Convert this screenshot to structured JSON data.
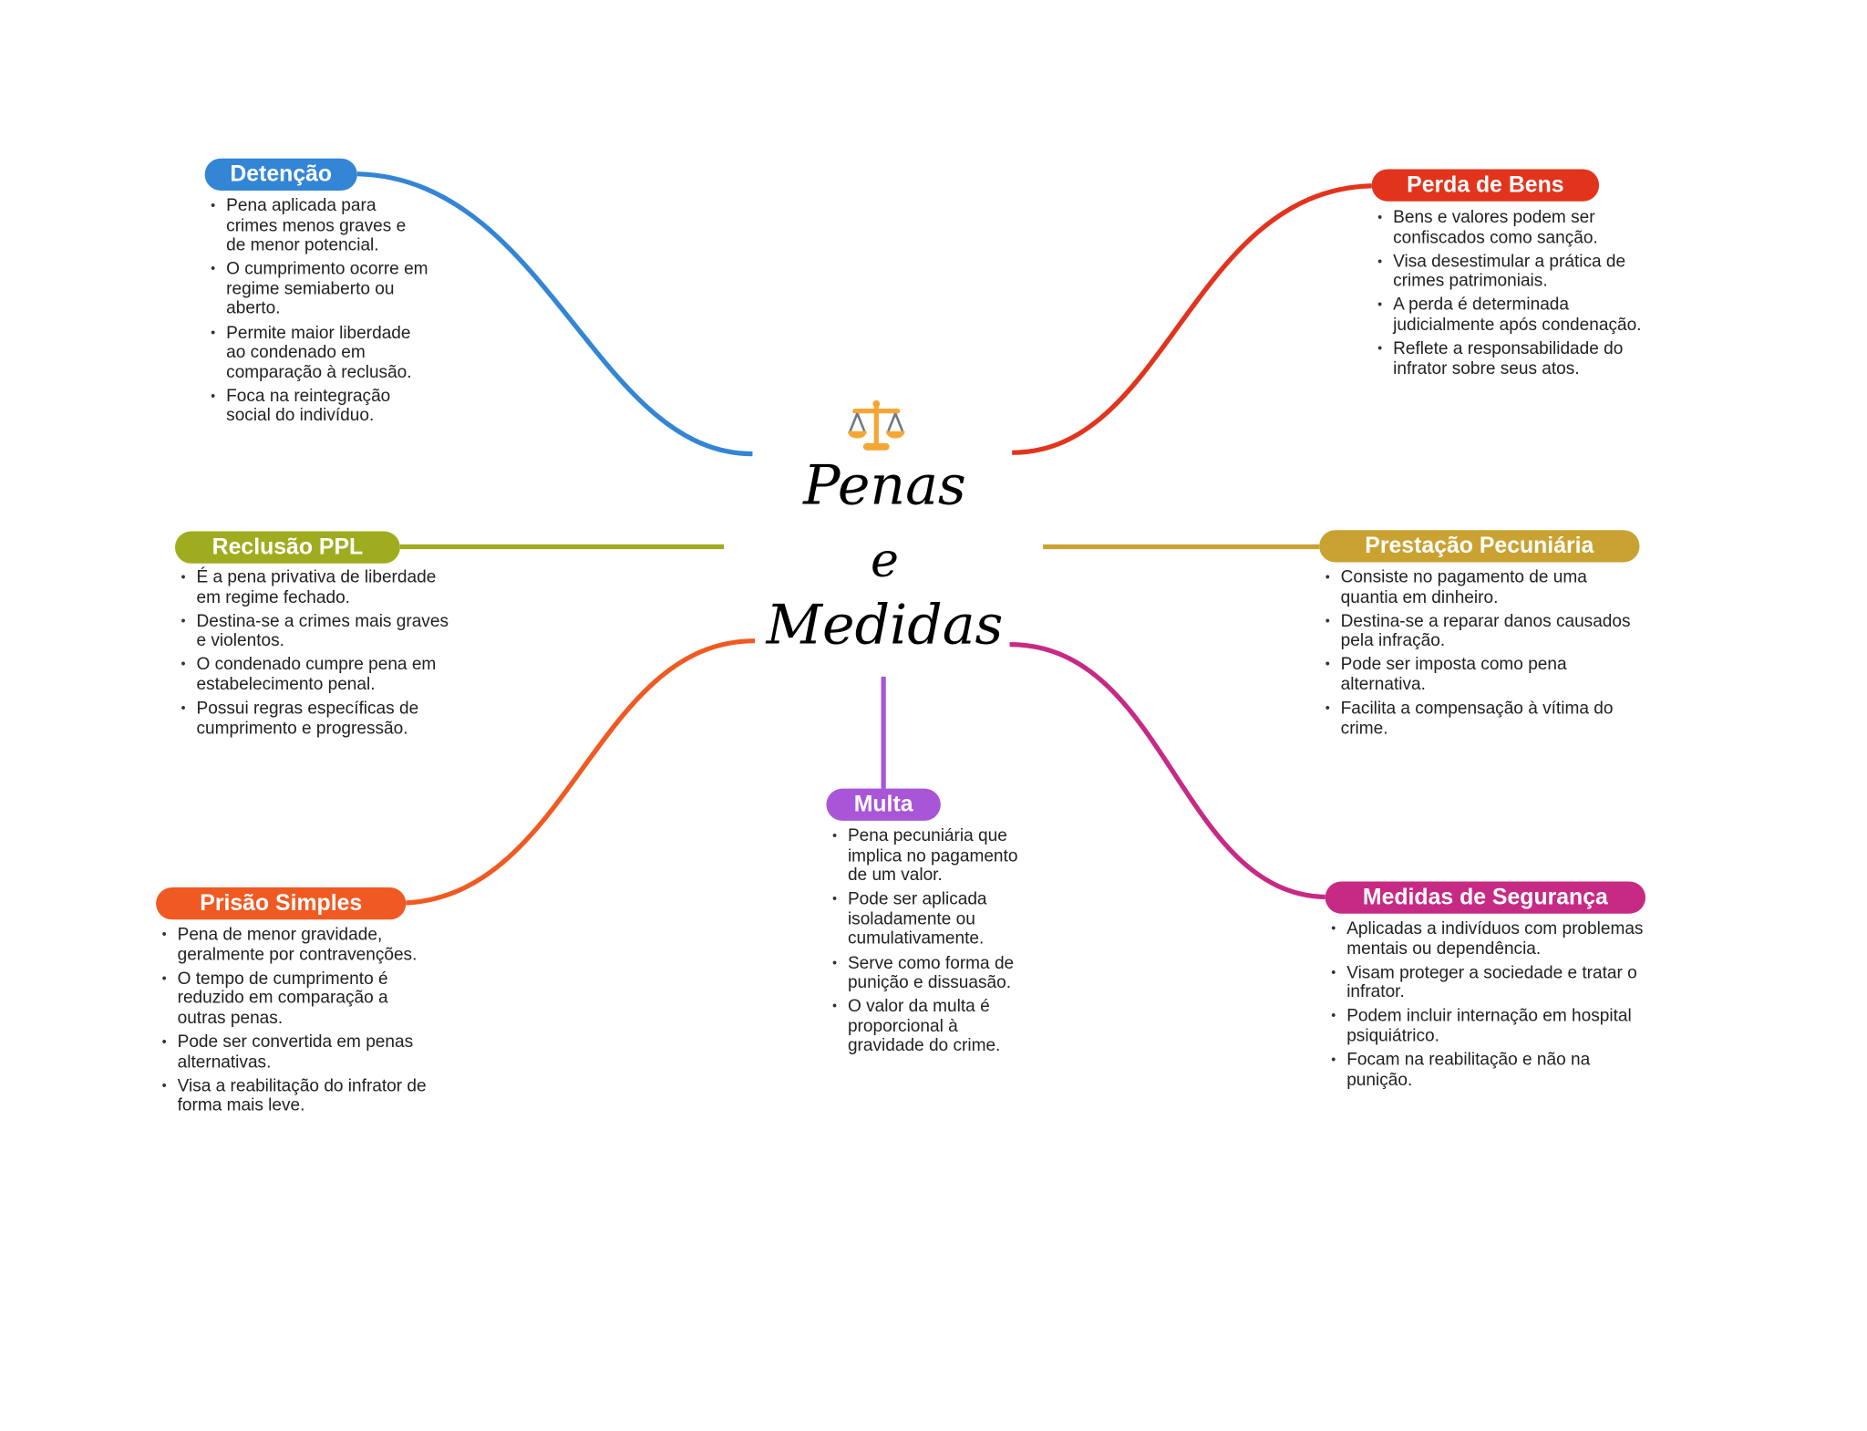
{
  "center": {
    "icon": "balance-scale-icon",
    "title_line1": "Penas",
    "title_line2": "e",
    "title_line3": "Medidas"
  },
  "branches": [
    {
      "id": "detencao",
      "label": "Detenção",
      "color": "#3385d6",
      "items": [
        "Pena aplicada para crimes menos graves e de menor potencial.",
        "O cumprimento ocorre em regime semiaberto ou aberto.",
        "Permite maior liberdade ao condenado em comparação à reclusão.",
        "Foca na reintegração social do indivíduo."
      ]
    },
    {
      "id": "reclusao-ppl",
      "label": "Reclusão PPL",
      "color": "#a0ac1f",
      "items": [
        "É a pena privativa de liberdade em regime fechado.",
        "Destina-se a crimes mais graves e violentos.",
        "O condenado cumpre pena em estabelecimento penal.",
        "Possui regras específicas de cumprimento e progressão."
      ]
    },
    {
      "id": "prisao-simples",
      "label": "Prisão Simples",
      "color": "#f05a22",
      "items": [
        "Pena de menor gravidade, geralmente por contravenções.",
        "O tempo de cumprimento é reduzido em comparação a outras penas.",
        "Pode ser convertida em penas alternativas.",
        "Visa a reabilitação do infrator de forma mais leve."
      ]
    },
    {
      "id": "multa",
      "label": "Multa",
      "color": "#a855d8",
      "items": [
        "Pena pecuniária que implica no pagamento de um valor.",
        "Pode ser aplicada isoladamente ou cumulativamente.",
        "Serve como forma de punição e dissuasão.",
        "O valor da multa é proporcional à gravidade do crime."
      ]
    },
    {
      "id": "perda-de-bens",
      "label": "Perda de Bens",
      "color": "#e2341d",
      "items": [
        "Bens e valores podem ser confiscados como sanção.",
        "Visa desestimular a prática de crimes patrimoniais.",
        "A perda é determinada judicialmente após condenação.",
        "Reflete a responsabilidade do infrator sobre seus atos."
      ]
    },
    {
      "id": "prestacao-pecuniaria",
      "label": "Prestação Pecuniária",
      "color": "#c9a232",
      "items": [
        "Consiste no pagamento de uma quantia em dinheiro.",
        "Destina-se a reparar danos causados pela infração.",
        "Pode ser imposta como pena alternativa.",
        "Facilita a compensação à vítima do crime."
      ]
    },
    {
      "id": "medidas-de-seguranca",
      "label": "Medidas de Segurança",
      "color": "#c72a84",
      "items": [
        "Aplicadas a indivíduos com problemas mentais ou dependência.",
        "Visam proteger a sociedade e tratar o infrator.",
        "Podem incluir internação em hospital psiquiátrico.",
        "Focam na reabilitação e não na punição."
      ]
    }
  ]
}
